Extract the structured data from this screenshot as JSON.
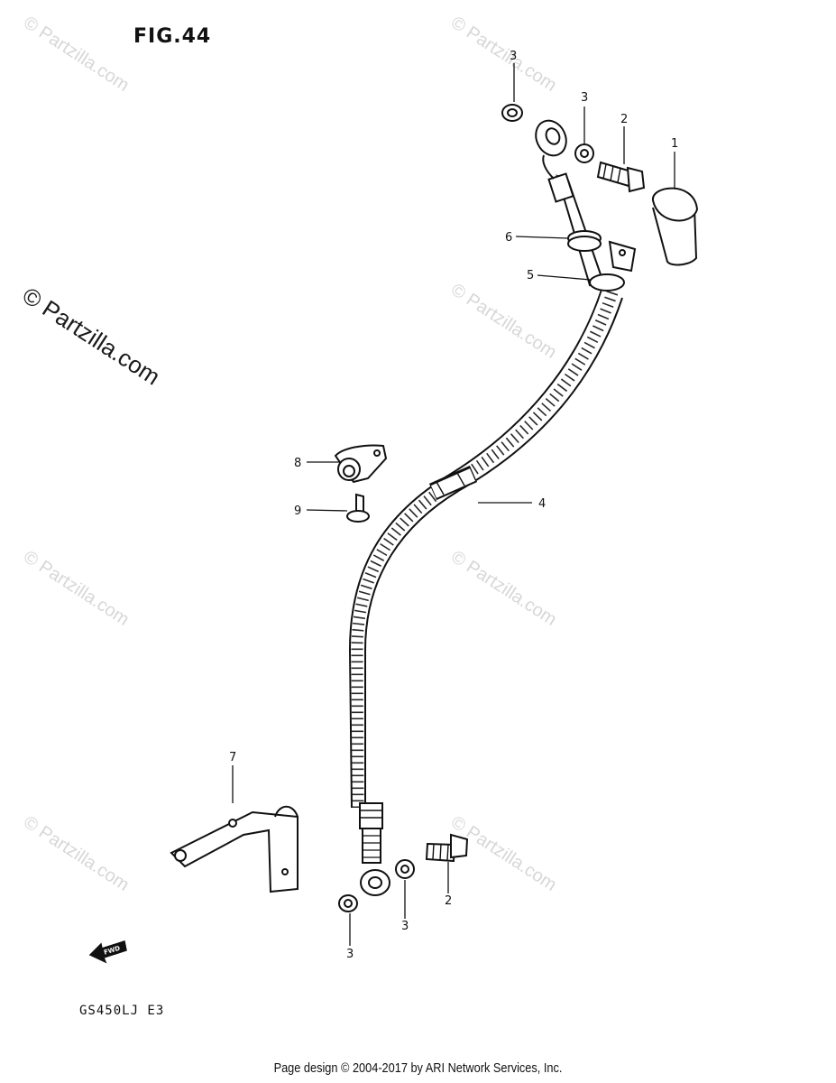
{
  "figure": {
    "title": "FIG.44",
    "model": "GS450LJ E3",
    "fwd_label": "FWD"
  },
  "watermark": {
    "text": "© Partzilla.com"
  },
  "footer": {
    "text": "Page design © 2004-2017 by ARI Network Services, Inc."
  },
  "callouts": [
    {
      "id": "callout-1",
      "label": "1"
    },
    {
      "id": "callout-2-top",
      "label": "2"
    },
    {
      "id": "callout-3-top-left",
      "label": "3"
    },
    {
      "id": "callout-3-top-right",
      "label": "3"
    },
    {
      "id": "callout-4",
      "label": "4"
    },
    {
      "id": "callout-5",
      "label": "5"
    },
    {
      "id": "callout-6",
      "label": "6"
    },
    {
      "id": "callout-7",
      "label": "7"
    },
    {
      "id": "callout-8",
      "label": "8"
    },
    {
      "id": "callout-9",
      "label": "9"
    },
    {
      "id": "callout-2-bottom",
      "label": "2"
    },
    {
      "id": "callout-3-bottom-right",
      "label": "3"
    },
    {
      "id": "callout-3-bottom-left",
      "label": "3"
    }
  ]
}
